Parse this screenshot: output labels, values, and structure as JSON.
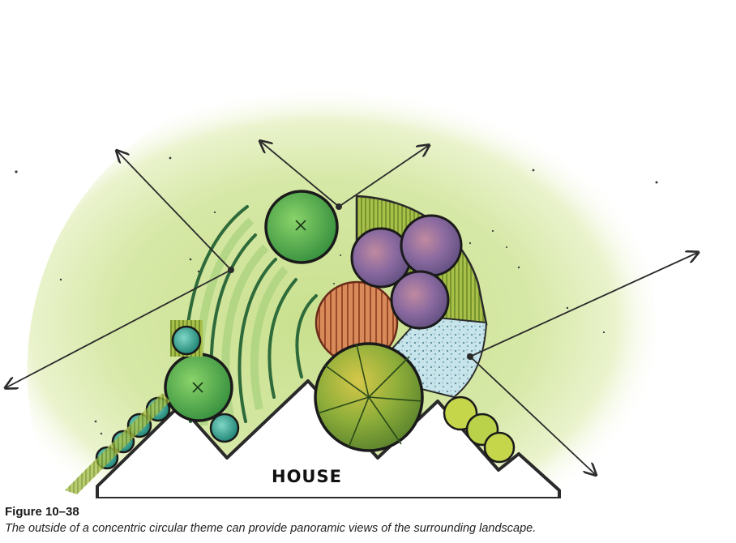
{
  "diagram": {
    "house_label": "HOUSE",
    "colors": {
      "lawn": "#cfe39a",
      "lawn_light": "#e6f0c2",
      "tree_green": "#5fb24a",
      "tree_teal": "#1e9a86",
      "purple_shrub": "#8a6a9a",
      "orange_hatch": "#c86a3a",
      "gravel": "#bfe0e6",
      "olive_ground": "#8aa83a",
      "large_tree": "#8fae3a",
      "yellow_shrub": "#c6d64a",
      "ink": "#2a2a2a"
    }
  },
  "caption": {
    "figure_number": "Figure 10–38",
    "text": "The outside of a concentric circular theme can provide panoramic views of the surrounding landscape."
  }
}
